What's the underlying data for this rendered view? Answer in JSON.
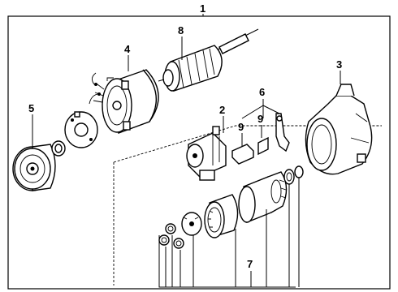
{
  "callouts": {
    "c1": "1",
    "c2": "2",
    "c3": "3",
    "c4": "4",
    "c5": "5",
    "c6": "6",
    "c7": "7",
    "c8": "8",
    "c9a": "9",
    "c9b": "9"
  },
  "parts": {
    "p1": "starter-assembly",
    "p2": "solenoid",
    "p3": "front-housing",
    "p4": "field-coil-yoke",
    "p5": "rear-end-cover",
    "p6": "lever",
    "p7": "drive-gear-set",
    "p8": "armature",
    "p9": "packing"
  }
}
